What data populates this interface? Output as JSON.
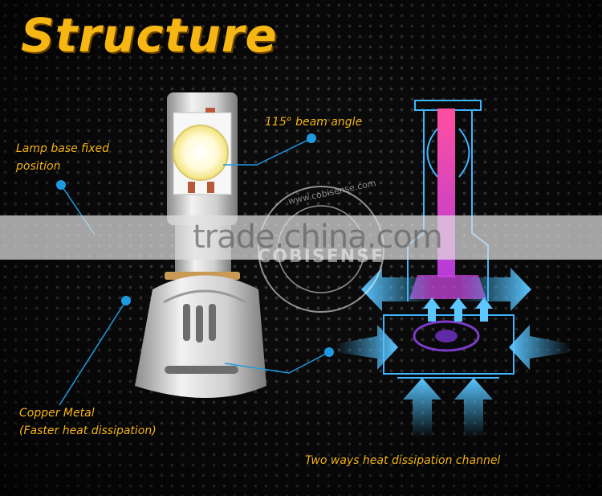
{
  "title": "Structure",
  "labels": {
    "beam_angle": "115° beam angle",
    "lamp_base_line1": "Lamp base fixed",
    "lamp_base_line2": "position",
    "copper_line1": "Copper Metal",
    "copper_line2": "(Faster heat dissipation)",
    "heat_channel": "Two ways heat dissipation channel"
  },
  "watermark": {
    "text": "trade.china.com",
    "seal_ring": "www.cobisense.com",
    "seal_center": "COBISENSE"
  },
  "colors": {
    "title": "#f6b614",
    "label": "#f6b614",
    "pointer": "#1e9be0",
    "heat_pink": "#ff3b8f",
    "heat_blue": "#44b6f2",
    "outline": "#3fb5ff"
  }
}
